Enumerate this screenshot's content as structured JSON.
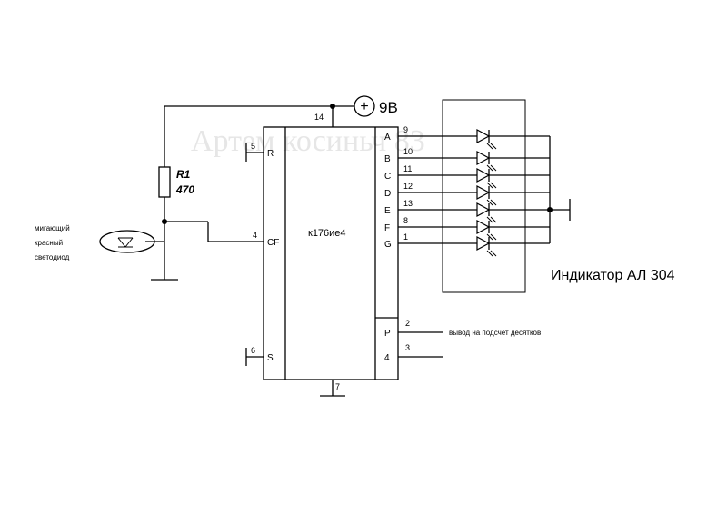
{
  "watermark": "Артем косиньч 83",
  "power": {
    "symbol": "+",
    "label": "9В"
  },
  "resistor": {
    "name": "R1",
    "value": "470"
  },
  "blink_led": {
    "line1": "мигающий",
    "line2": "красный",
    "line3": "светодиод"
  },
  "chip": {
    "name": "к176ие4",
    "left_pins": [
      {
        "num": "5",
        "label": "R"
      },
      {
        "num": "4",
        "label": "CF"
      },
      {
        "num": "6",
        "label": "S"
      }
    ],
    "top_pin": "14",
    "bottom_pin": "7",
    "right_pins": [
      {
        "label": "A",
        "num": "9"
      },
      {
        "label": "B",
        "num": "10"
      },
      {
        "label": "C",
        "num": "11"
      },
      {
        "label": "D",
        "num": "12"
      },
      {
        "label": "E",
        "num": "13"
      },
      {
        "label": "F",
        "num": "8"
      },
      {
        "label": "G",
        "num": "1"
      }
    ],
    "aux_pins": [
      {
        "label": "P",
        "num": "2"
      },
      {
        "label": "4",
        "num": "3"
      }
    ]
  },
  "carry_out_label": "вывод на подсчет десятков",
  "indicator_label": "Индикатор АЛ 304"
}
